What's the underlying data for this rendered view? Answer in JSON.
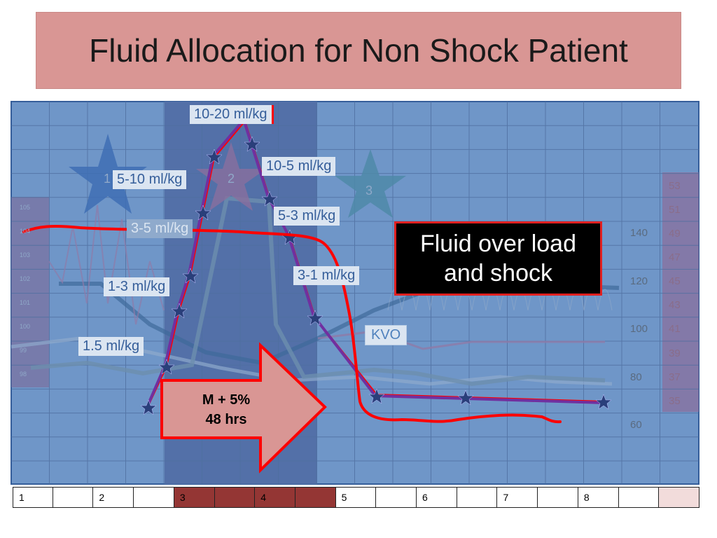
{
  "title": "Fluid Allocation for Non Shock Patient",
  "dose_labels": [
    "10-20 ml/kg",
    "10-5 ml/kg",
    "5-10 ml/kg",
    "5-3 ml/kg",
    "3-5 ml/kg",
    "3-1 ml/kg",
    "1-3 ml/kg",
    "1.5 ml/kg"
  ],
  "kvo_label": "KVO",
  "warning": {
    "line1": "Fluid over load",
    "line2": "and shock"
  },
  "arrow": {
    "line1": "M + 5%",
    "line2": "48 hrs"
  },
  "phase_stars": [
    "1",
    "2",
    "3"
  ],
  "axis_mid": [
    "140",
    "120",
    "100",
    "80",
    "60"
  ],
  "axis_right": [
    "53",
    "51",
    "49",
    "47",
    "45",
    "43",
    "41",
    "39",
    "37",
    "35"
  ],
  "axis_temp": [
    "105",
    "104",
    "103",
    "102",
    "101",
    "100",
    "99",
    "98"
  ],
  "bottom_row": [
    "1",
    "",
    "2",
    "",
    "3",
    "",
    "4",
    "",
    "5",
    "",
    "6",
    "",
    "7",
    "",
    "8",
    "",
    ""
  ],
  "colors": {
    "grid_bg": "#6f96c8",
    "highlight_col": "#5370a8",
    "fluid_line": "#ff0000",
    "infusion_line": "#7030a0",
    "title_bg": "#d99694",
    "arrow_fill": "#d99694"
  }
}
